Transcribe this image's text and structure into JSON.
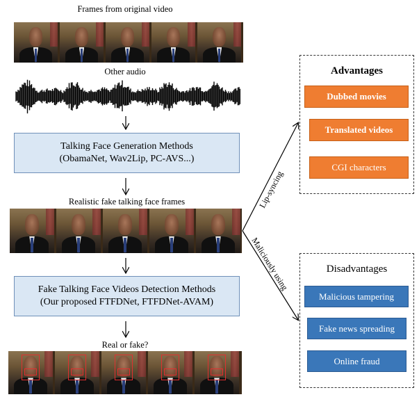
{
  "captions": {
    "original_frames": "Frames from original video",
    "other_audio": "Other audio",
    "fake_frames": "Realistic fake talking face frames",
    "real_or_fake": "Real or fake?"
  },
  "generation_box": {
    "line1": "Talking Face Generation Methods",
    "line2": "(ObamaNet, Wav2Lip, PC-AVS...)"
  },
  "detection_box": {
    "line1": "Fake Talking Face Videos Detection Methods",
    "line2": "(Our proposed FTFDNet, FTFDNet-AVAM)"
  },
  "branch_labels": {
    "upper": "Lip-syncing",
    "lower": "Maliciously using"
  },
  "advantages": {
    "title": "Advantages",
    "items": [
      "Dubbed movies",
      "Translated videos",
      "CGI characters"
    ]
  },
  "disadvantages": {
    "title": "Disadvantages",
    "items": [
      "Malicious tampering",
      "Fake news spreading",
      "Online fraud"
    ]
  },
  "colors": {
    "method_fill": "#dae7f4",
    "advantage_chip": "#ef7d31",
    "disadvantage_chip": "#3a77b9"
  }
}
